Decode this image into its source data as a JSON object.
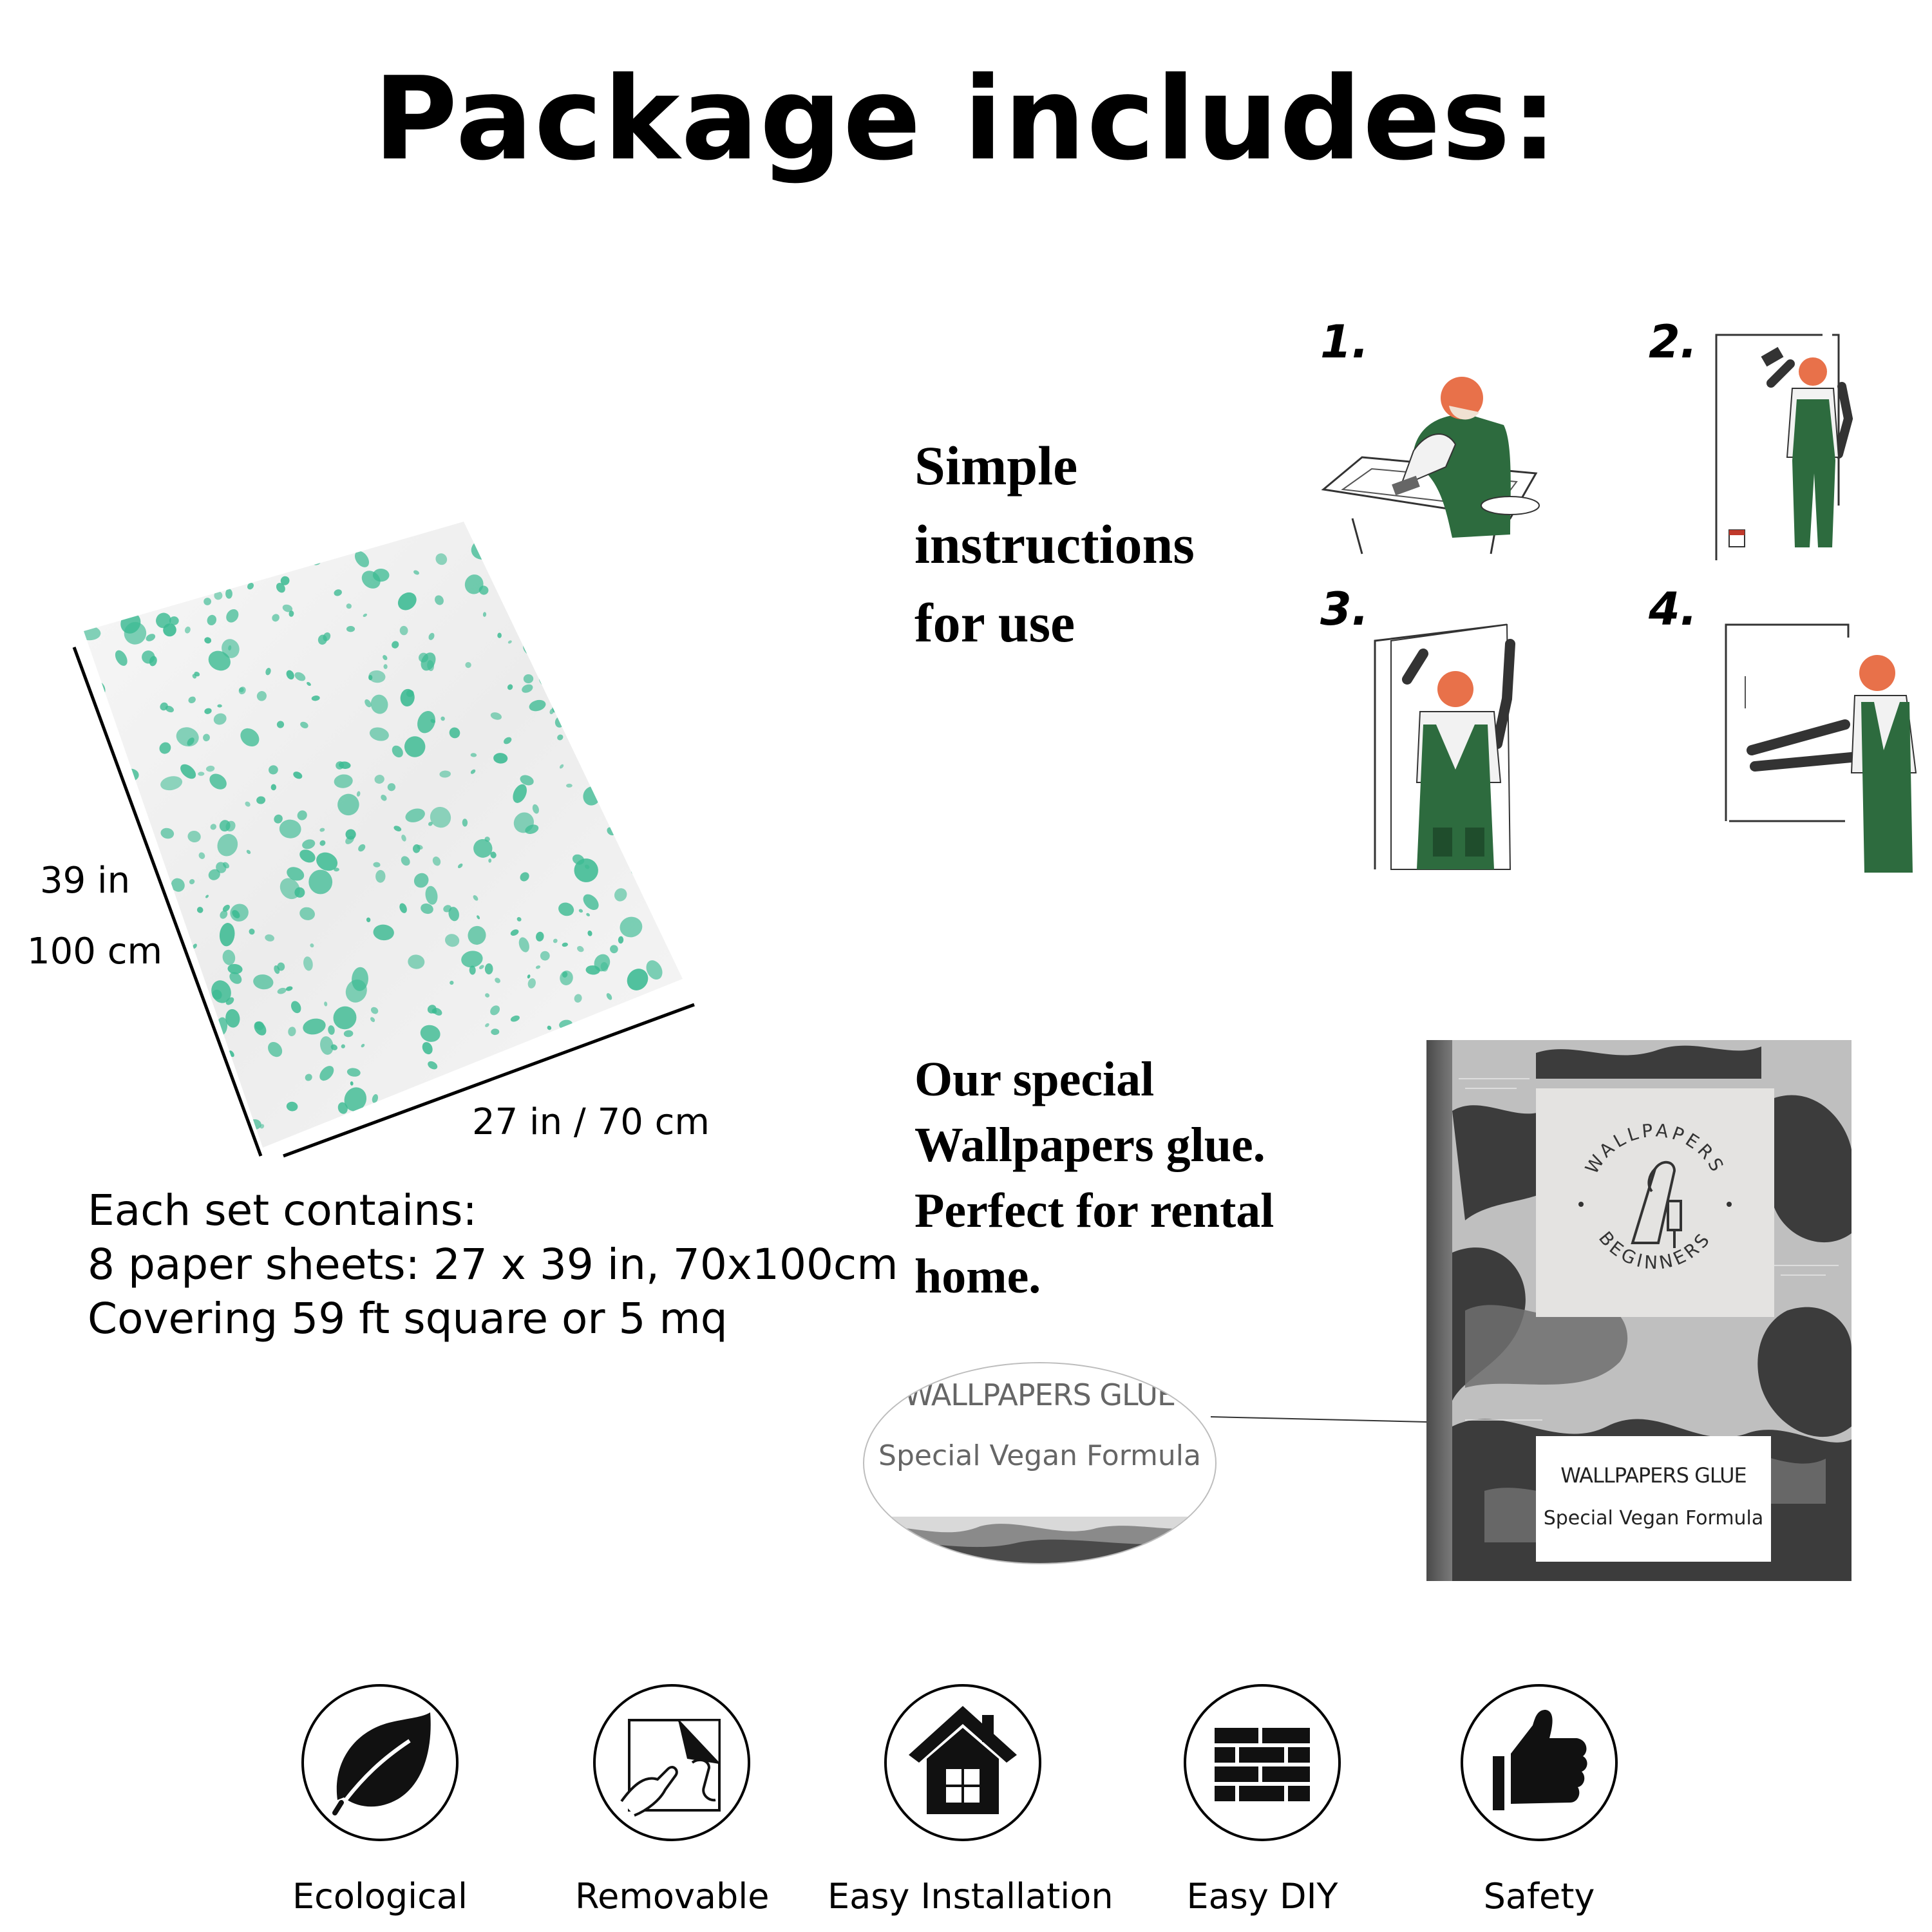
{
  "title": "Package includes:",
  "colors": {
    "pattern_green": "#3dbb93",
    "overall_green": "#2d6b3e",
    "hair_orange": "#e8714a"
  },
  "instructions": {
    "heading_lines": [
      "Simple",
      "instructions",
      "for use"
    ],
    "steps": [
      "1.",
      "2.",
      "3.",
      "4."
    ]
  },
  "sheet": {
    "height_in": "39 in",
    "height_cm": "100 cm",
    "width_label": "27 in / 70 cm"
  },
  "set_details": [
    "Each set contains:",
    "8 paper sheets: 27 x 39 in, 70x100cm",
    "Covering 59 ft square or 5 mq"
  ],
  "glue": {
    "description_lines": [
      "Our special",
      "Wallpapers glue.",
      "Perfect for rental",
      "home."
    ],
    "logo_top": "WALLPAPERS",
    "logo_bottom": "BEGINNERS",
    "label_brand": "WALLPAPERS GLUE",
    "label_formula": "Special Vegan Formula"
  },
  "features": [
    {
      "label": "Ecological",
      "icon": "leaf-icon"
    },
    {
      "label": "Removable",
      "icon": "peel-sheet-icon"
    },
    {
      "label": "Easy Installation",
      "icon": "house-icon"
    },
    {
      "label": "Easy DIY",
      "icon": "brick-wall-icon"
    },
    {
      "label": "Safety",
      "icon": "thumbs-up-icon"
    }
  ]
}
